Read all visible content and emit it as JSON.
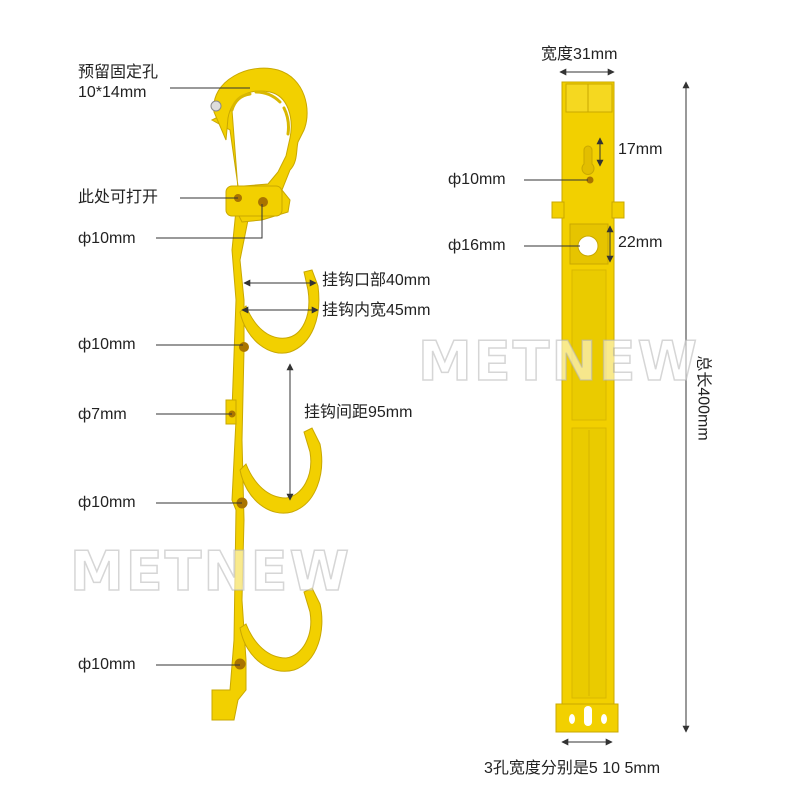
{
  "colors": {
    "product": "#f2d000",
    "product_edge": "#c9a800",
    "hole": "#a97400",
    "line": "#333333",
    "background": "#ffffff"
  },
  "left_view": {
    "labels": {
      "mount_hole": "预留固定孔",
      "mount_hole_size": "10*14mm",
      "openable": "此处可打开",
      "hole_top": "ф10mm",
      "hook_opening": "挂钩口部40mm",
      "hook_inner_width": "挂钩内宽45mm",
      "hole_2": "ф10mm",
      "hole_small": "ф7mm",
      "hook_spacing": "挂钩间距95mm",
      "hole_3": "ф10mm",
      "hole_4": "ф10mm"
    }
  },
  "right_view": {
    "labels": {
      "width": "宽度31mm",
      "hole_upper": "ф10mm",
      "upper_offset": "17mm",
      "hole_large": "ф16mm",
      "large_offset": "22mm",
      "total_length": "总长400mm",
      "slot_widths": "3孔宽度分别是5 10 5mm"
    }
  },
  "watermark": "METNEW"
}
